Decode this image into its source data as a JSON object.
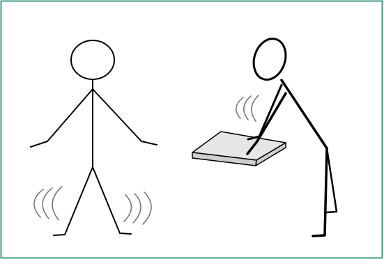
{
  "colors": {
    "border": "#3f9a7f",
    "stroke": "#000000",
    "vibration": "#777777",
    "plate_top": "#e6e6e6",
    "plate_side": "#cfcfcf",
    "background": "#ffffff"
  },
  "figures": [
    {
      "name": "standing-figure",
      "icon": "stick-figure-standing"
    },
    {
      "name": "bending-figure",
      "icon": "stick-figure-bending-over-plate"
    }
  ]
}
